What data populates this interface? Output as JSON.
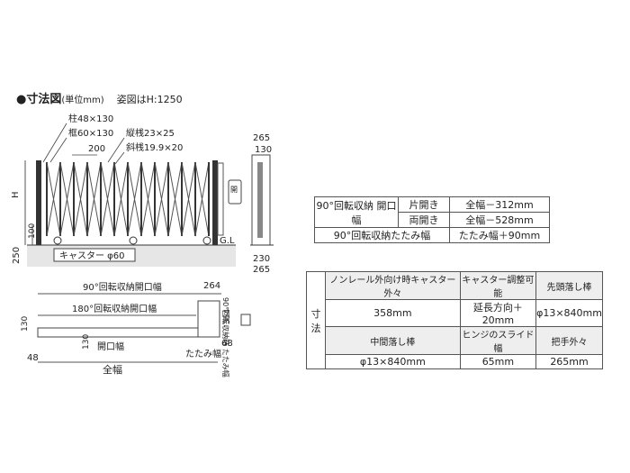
{
  "header": {
    "title": "●寸法図",
    "unit": "(単位mm)",
    "pose": "姿図はH:1250"
  },
  "elevation": {
    "post_label": "柱48×130",
    "frame_label": "框60×130",
    "vertical_bar": "縦桟23×25",
    "diagonal_bar": "斜桟19.9×20",
    "pitch": "200",
    "height_label": "H",
    "dim_100": "100",
    "dim_250": "250",
    "caster": "キャスター φ60",
    "gl": "G.L",
    "open_mark": "開",
    "side_top_265": "265",
    "side_top_130": "130",
    "side_bottom_230": "230",
    "side_bottom_265": "265"
  },
  "plan": {
    "open90": "90°回転収納開口幅",
    "open180": "180°回転収納開口幅",
    "dim_264": "264",
    "dim_354": "354",
    "fold90": "90°回転収納時 たたみ幅",
    "dim_130": "130",
    "dim_130b": "130",
    "opening": "開口幅",
    "fold": "たたみ幅",
    "dim_68": "68",
    "dim_48": "48",
    "total": "全幅"
  },
  "table1": {
    "label1": "90°回転収納 開口幅",
    "single": "片開き",
    "single_val": "全幅－312mm",
    "double": "両開き",
    "double_val": "全幅－528mm",
    "label2": "90°回転収納たたみ幅",
    "fold_val": "たたみ幅＋90mm"
  },
  "table2": {
    "side": "寸法",
    "h1": "ノンレール外向け時キャスター外々",
    "h2": "キャスター調整可能",
    "h3": "先頭落し棒",
    "v1": "358mm",
    "v2": "延長方向＋20mm",
    "v3": "φ13×840mm",
    "h4": "中間落し棒",
    "h5": "ヒンジのスライド幅",
    "h6": "把手外々",
    "v4": "φ13×840mm",
    "v5": "65mm",
    "v6": "265mm"
  }
}
